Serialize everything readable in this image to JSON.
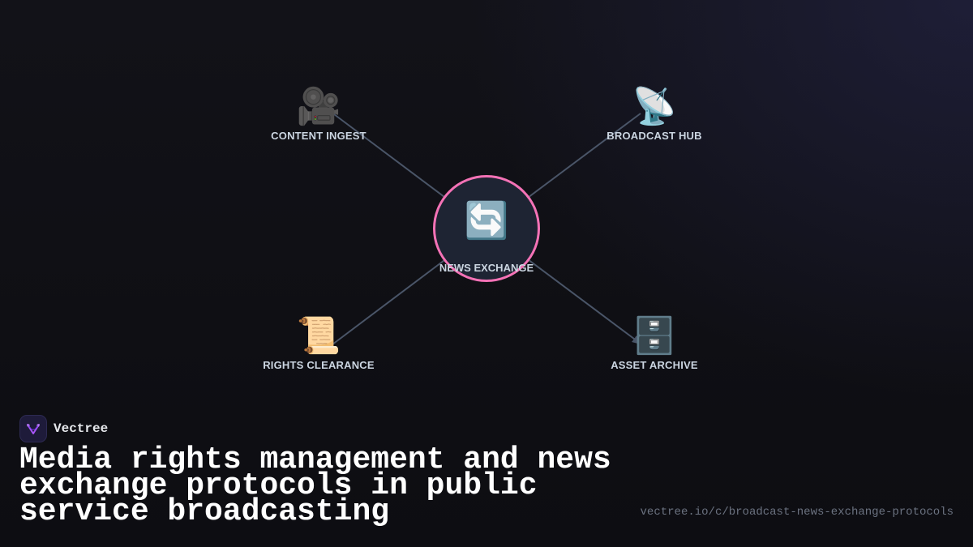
{
  "diagram": {
    "hub": {
      "icon": "🔄",
      "icon_name": "refresh-arrows-icon",
      "label": "NEWS EXCHANGE",
      "border_color": "#f472b6"
    },
    "nodes": {
      "content_ingest": {
        "icon": "🎥",
        "icon_name": "movie-camera-icon",
        "label": "CONTENT INGEST"
      },
      "broadcast_hub": {
        "icon": "📡",
        "icon_name": "satellite-dish-icon",
        "label": "BROADCAST HUB"
      },
      "rights_clearance": {
        "icon": "📜",
        "icon_name": "scroll-icon",
        "label": "RIGHTS CLEARANCE"
      },
      "asset_archive": {
        "icon": "🗄️",
        "icon_name": "file-cabinet-icon",
        "label": "ASSET ARCHIVE"
      }
    },
    "edge_color": "#4a5568"
  },
  "brand": {
    "name": "Vectree",
    "logo_icon": "vectree-logo-icon",
    "accent": "#a855f7"
  },
  "page": {
    "title": "Media rights management and news exchange protocols in public service broadcasting",
    "url": "vectree.io/c/broadcast-news-exchange-protocols"
  }
}
